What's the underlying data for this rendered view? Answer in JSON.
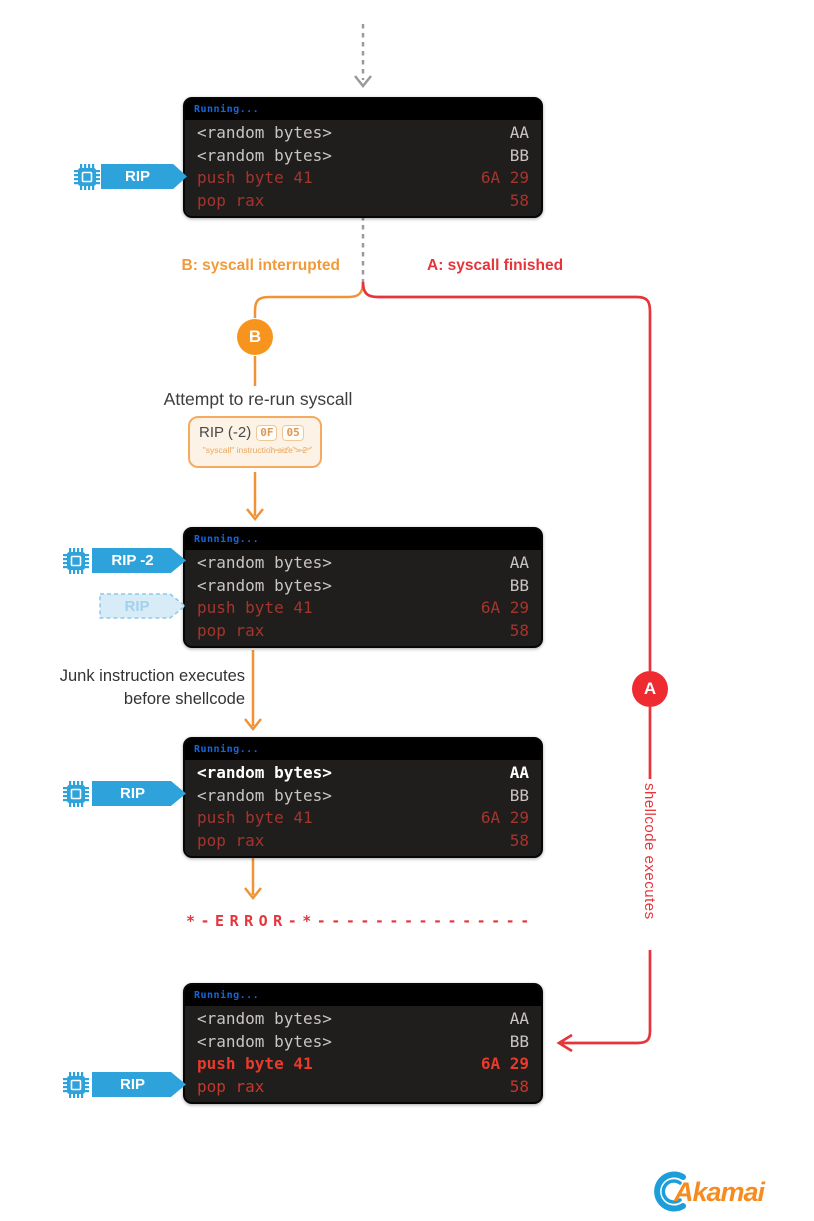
{
  "palette": {
    "blue": "#2ea2da",
    "orange": "#f09336",
    "red": "#e5353b",
    "gray": "#9a9a9a"
  },
  "branches": {
    "b_label": "B: syscall interrupted",
    "a_label": "A: syscall finished",
    "b_badge": "B",
    "a_badge": "A"
  },
  "steps": {
    "attempt_label": "Attempt to re-run syscall",
    "rip_adjust": {
      "label": "RIP (-2)",
      "bytes": [
        "0F",
        "05"
      ],
      "caption": "\"syscall\" instruction size = 2"
    },
    "junk_line1": "Junk instruction executes",
    "junk_line2": "before shellcode",
    "error_label": "*-ERROR-*---------------",
    "shellcode_label": "shellcode executes"
  },
  "tags": {
    "rip1": "RIP",
    "rip2": "RIP -2",
    "rip2_ghost": "RIP",
    "rip3": "RIP",
    "rip4": "RIP"
  },
  "terminals": [
    {
      "title": "Running...",
      "lines": [
        {
          "text": "<random bytes>",
          "bytes": "AA",
          "style": "gray"
        },
        {
          "text": "<random bytes>",
          "bytes": "BB",
          "style": "gray"
        },
        {
          "text": "push byte 41",
          "bytes": "6A 29",
          "style": "red"
        },
        {
          "text": "pop rax",
          "bytes": "58",
          "style": "red"
        }
      ]
    },
    {
      "title": "Running...",
      "lines": [
        {
          "text": "<random bytes>",
          "bytes": "AA",
          "style": "gray"
        },
        {
          "text": "<random bytes>",
          "bytes": "BB",
          "style": "gray"
        },
        {
          "text": "push byte 41",
          "bytes": "6A 29",
          "style": "red"
        },
        {
          "text": "pop rax",
          "bytes": "58",
          "style": "red"
        }
      ]
    },
    {
      "title": "Running...",
      "lines": [
        {
          "text": "<random bytes>",
          "bytes": "AA",
          "style": "white-bold"
        },
        {
          "text": "<random bytes>",
          "bytes": "BB",
          "style": "gray"
        },
        {
          "text": "push byte 41",
          "bytes": "6A 29",
          "style": "red"
        },
        {
          "text": "pop rax",
          "bytes": "58",
          "style": "red"
        }
      ]
    },
    {
      "title": "Running...",
      "lines": [
        {
          "text": "<random bytes>",
          "bytes": "AA",
          "style": "gray"
        },
        {
          "text": "<random bytes>",
          "bytes": "BB",
          "style": "gray"
        },
        {
          "text": "push byte 41",
          "bytes": "6A 29",
          "style": "red-bright"
        },
        {
          "text": "pop rax",
          "bytes": "58",
          "style": "red-mid"
        }
      ]
    }
  ],
  "logo": {
    "brand": "Akamai"
  }
}
